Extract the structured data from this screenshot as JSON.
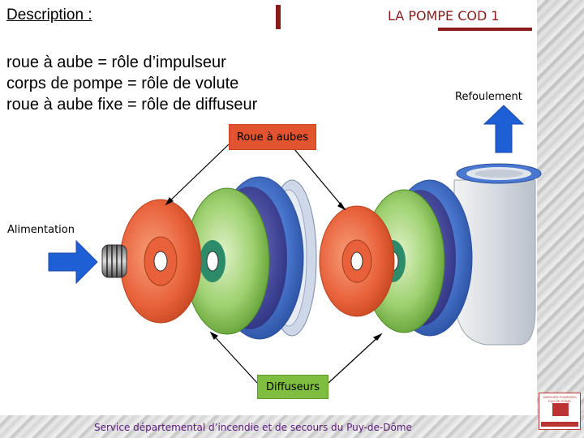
{
  "header": {
    "description_label": "Description :",
    "title": "LA POMPE COD 1"
  },
  "body": {
    "lines": [
      "roue à aube = rôle d’impulseur",
      "corps de pompe = rôle de volute",
      "roue à aube fixe = rôle de diffuseur"
    ]
  },
  "diagram": {
    "label_refoulement": "Refoulement",
    "label_alimentation": "Alimentation",
    "label_roue": "Roue à aubes",
    "label_diffuseurs": "Diffuseurs"
  },
  "footer": {
    "text": "Service départemental d’incendie et de secours du Puy-de-Dôme",
    "logo_text": "SAPEURS POMPIERS PUY-DE-DÔME"
  },
  "colors": {
    "accent": "#8b1a1a",
    "arrow_blue": "#1f5fd6",
    "impeller_orange": "#e8613a",
    "diffuser_green": "#7ebd3f",
    "casing_blue": "#3f6fc9",
    "footer_purple": "#5b1a7a"
  }
}
